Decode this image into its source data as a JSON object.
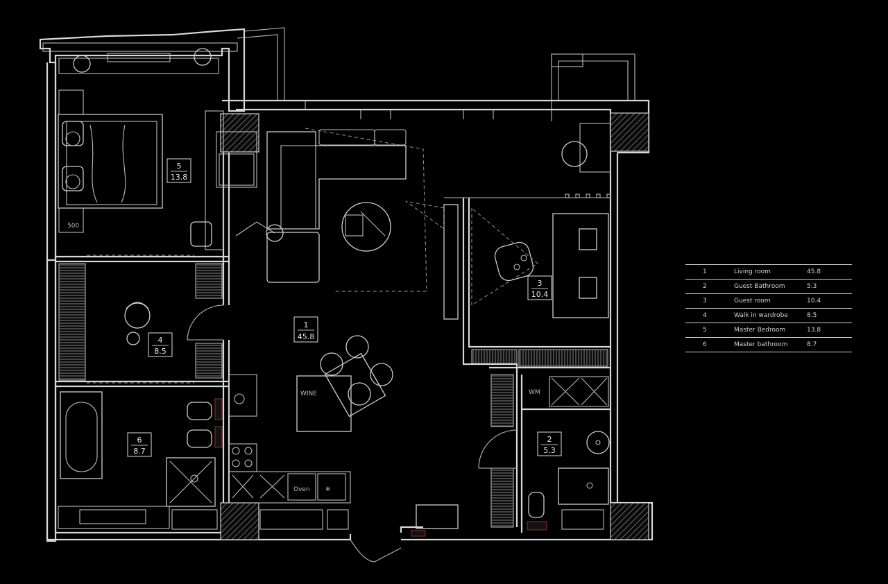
{
  "rooms": [
    {
      "number": "1",
      "name": "Living room",
      "area": "45.8"
    },
    {
      "number": "2",
      "name": "Guest Bathroom",
      "area": "5.3"
    },
    {
      "number": "3",
      "name": "Guest room",
      "area": "10.4"
    },
    {
      "number": "4",
      "name": "Walk in wardrobe",
      "area": "8.5"
    },
    {
      "number": "5",
      "name": "Master Bedroom",
      "area": "13.8"
    },
    {
      "number": "6",
      "name": "Master bathroom",
      "area": "8.7"
    }
  ],
  "labels": {
    "wine": "WINE",
    "oven": "Oven",
    "washing_machine": "WM",
    "dimension": "500"
  },
  "colors": {
    "background": "#000000",
    "lines": "#d8d8d8",
    "accent": "#7a2a2a"
  }
}
